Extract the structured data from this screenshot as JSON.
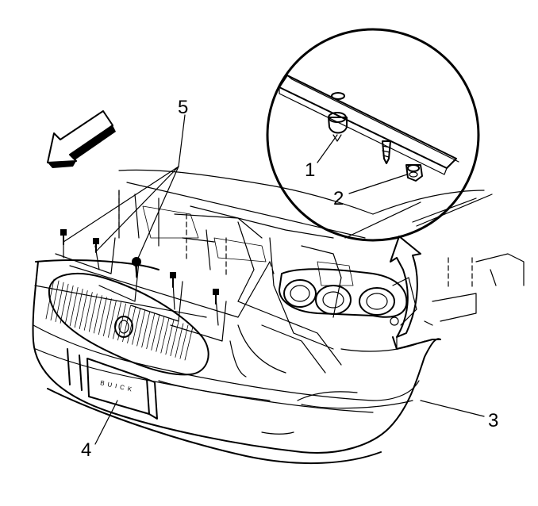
{
  "callouts": {
    "c1": "1",
    "c2": "2",
    "c3": "3",
    "c4": "4",
    "c5": "5"
  },
  "badge": {
    "text": "BUICK"
  },
  "colors": {
    "ink": "#000000",
    "paper": "#ffffff"
  }
}
